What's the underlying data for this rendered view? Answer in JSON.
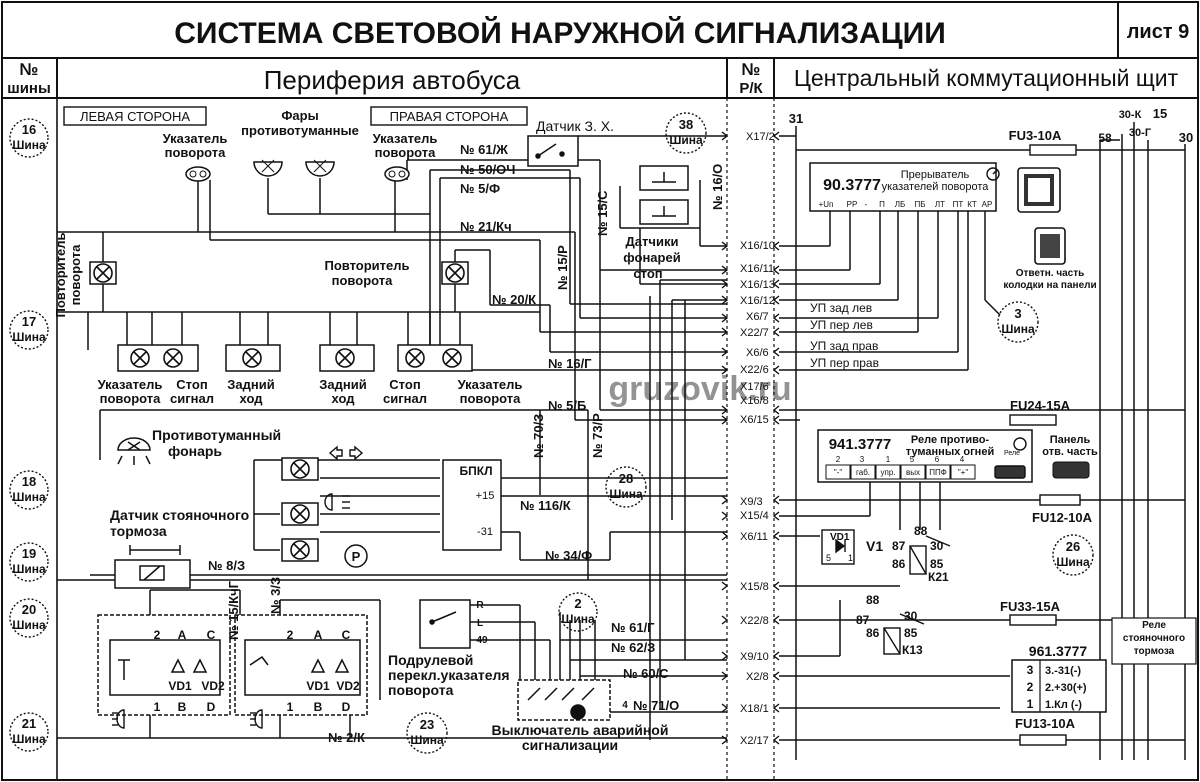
{
  "header": {
    "title": "СИСТЕМА СВЕТОВОЙ НАРУЖНОЙ СИГНАЛИЗАЦИИ",
    "sheet": "лист 9",
    "col_bus_no": "№",
    "col_bus_label": "шины",
    "periphery": "Периферия автобуса",
    "col_rk_no": "№",
    "col_rk_label": "Р/К",
    "central": "Центральный коммутационный щит"
  },
  "sides": {
    "left": "ЛЕВАЯ СТОРОНА",
    "right": "ПРАВАЯ СТОРОНА"
  },
  "buses": [
    {
      "num": "16",
      "label": "Шина"
    },
    {
      "num": "17",
      "label": "Шина"
    },
    {
      "num": "18",
      "label": "Шина"
    },
    {
      "num": "19",
      "label": "Шина"
    },
    {
      "num": "20",
      "label": "Шина"
    },
    {
      "num": "21",
      "label": "Шина"
    },
    {
      "num": "38",
      "label": "Шина"
    },
    {
      "num": "28",
      "label": "Шина"
    },
    {
      "num": "2",
      "label": "Шина"
    },
    {
      "num": "23",
      "label": "Шина"
    },
    {
      "num": "3",
      "label": "Шина"
    },
    {
      "num": "26",
      "label": "Шина"
    }
  ],
  "components": {
    "turn_left_1": "Указатель",
    "turn_left_2": "поворота",
    "fog_lamps_1": "Фары",
    "fog_lamps_2": "противотуманные",
    "turn_right_1": "Указатель",
    "turn_right_2": "поворота",
    "sensor_zx": "Датчик З. Х.",
    "repeater_left_1": "Повторитель",
    "repeater_left_2": "поворота",
    "repeater_right_1": "Повторитель",
    "repeater_right_2": "поворота",
    "stop_sensors_1": "Датчики",
    "stop_sensors_2": "фонарей",
    "stop_sensors_3": "стоп",
    "rl_turn_1": "Указатель",
    "rl_turn_2": "поворота",
    "rl_stop_1": "Стоп",
    "rl_stop_2": "сигнал",
    "rl_rev_1": "Задний",
    "rl_rev_2": "ход",
    "rr_rev_1": "Задний",
    "rr_rev_2": "ход",
    "rr_stop_1": "Стоп",
    "rr_stop_2": "сигнал",
    "rr_turn_1": "Указатель",
    "rr_turn_2": "поворота",
    "fog_rear_1": "Противотуманный",
    "fog_rear_2": "фонарь",
    "park_sensor_1": "Датчик стояночного",
    "park_sensor_2": "тормоза",
    "bpkl": "БПКЛ",
    "bpkl_p15": "+15",
    "bpkl_m31": "-31",
    "column_switch_1": "Подрулевой",
    "column_switch_2": "перекл.указателя",
    "column_switch_3": "поворота",
    "hazard_1": "Выключатель аварийной",
    "hazard_2": "сигнализации",
    "vd1": "VD1",
    "vd2": "VD2",
    "p_r": "R",
    "p_l": "L",
    "p_49": "49",
    "p_4": "4"
  },
  "pins": {
    "p2": "2",
    "pA": "A",
    "pC": "C",
    "p1": "1",
    "pB": "B",
    "pD": "D"
  },
  "wires": {
    "w61zh": "№ 61/Ж",
    "w50och": "№ 50/ОЧ",
    "w5f": "№ 5/Ф",
    "w21kch": "№ 21/Кч",
    "w20k": "№ 20/К",
    "w16g": "№ 16/Г",
    "w5b": "№ 5/Б",
    "w15r": "№ 15/Р",
    "w15s": "№ 15/С",
    "w16o": "№ 16/О",
    "w70z": "№ 70/З",
    "w73r": "№ 73/Р",
    "w116k": "№ 116/К",
    "w34f": "№ 34/Ф",
    "w83": "№ 8/З",
    "w15kg": "№ 15/КчГ",
    "w33": "№ 3/З",
    "w61g": "№ 61/Г",
    "w623": "№ 62/З",
    "w60s": "№ 60/С",
    "w71o": "№ 71/О",
    "w2k": "№ 2/К"
  },
  "connectors": [
    "X17/2",
    "X16/10",
    "X16/11",
    "X16/13",
    "X16/12",
    "X6/7",
    "X22/7",
    "X6/6",
    "X22/6",
    "X17/6",
    "X16/8",
    "X6/15",
    "X9/3",
    "X15/4",
    "X6/11",
    "X15/8",
    "X22/8",
    "X9/10",
    "X2/8",
    "X18/1",
    "X2/17"
  ],
  "central": {
    "n31": "31",
    "n58": "58",
    "n30k": "30-К",
    "n15": "15",
    "n30g": "30-Г",
    "n30": "30",
    "fu3": "FU3-10A",
    "fu24": "FU24-15A",
    "fu12": "FU12-10A",
    "fu33": "FU33-15A",
    "fu13": "FU13-10A",
    "flasher_code": "90.3777",
    "flasher_name_1": "Прерыватель",
    "flasher_name_2": "указателей поворота",
    "flasher_pins": [
      "+Uп",
      "РР",
      "-",
      "П",
      "ЛБ",
      "ПБ",
      "ЛТ",
      "ПТ",
      "КТ",
      "АР"
    ],
    "mating_1": "Ответн. часть",
    "mating_2": "колодки на панели",
    "up_zl": "УП зад лев",
    "up_pl": "УП пер лев",
    "up_zp": "УП зад прав",
    "up_pp": "УП пер прав",
    "fog_relay_code": "941.3777",
    "fog_relay_name_1": "Реле противо-",
    "fog_relay_name_2": "туманных огней",
    "fog_relay_small": "Реле",
    "fog_pin_nums": [
      "2",
      "3",
      "1",
      "5",
      "6",
      "4"
    ],
    "fog_pin_names": [
      "\"-\"",
      "габ.",
      "упр.",
      "вых",
      "ППФ",
      "\"+\""
    ],
    "panel_1": "Панель",
    "panel_2": "отв. часть",
    "vd1": "VD1",
    "v1": "V1",
    "k21": "К21",
    "k13": "К13",
    "r88": "88",
    "r87": "87",
    "r30": "30",
    "r86": "86",
    "r85": "85",
    "relay_5": "5",
    "relay_1": "1",
    "park_relay_code": "961.3777",
    "park_relay_1": "Реле",
    "park_relay_2": "стояночного",
    "park_relay_3": "тормоза",
    "park_rows": [
      {
        "n": "3",
        "t": "3.-31(-)"
      },
      {
        "n": "2",
        "t": "2.+30(+)"
      },
      {
        "n": "1",
        "t": "1.Кл (-)"
      }
    ]
  },
  "watermark": "gruzovik.ru"
}
